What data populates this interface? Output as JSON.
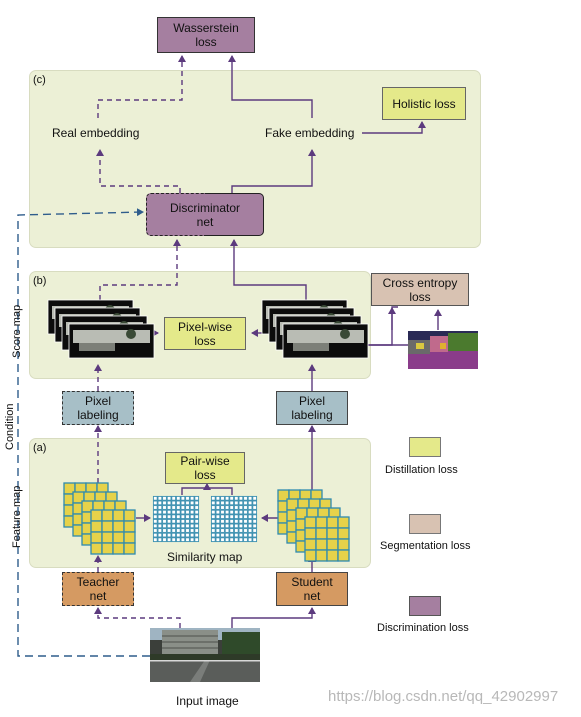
{
  "colors": {
    "panel": "#ecf0d6",
    "distillation": "#e4e98a",
    "segmentation": "#d8c2b2",
    "discrimination": "#a57fa0",
    "pixel_labeling": "#a7bfc7",
    "net": "#d59a62",
    "arrow_purple": "#5c3a7e",
    "arrow_blue": "#2f5d8c",
    "grid_blue": "#3a8fb0"
  },
  "panels": {
    "c": "(c)",
    "b": "(b)",
    "a": "(a)"
  },
  "boxes": {
    "wasserstein": "Wasserstein\nloss",
    "holistic": "Holistic loss",
    "discriminator": "Discriminator\nnet",
    "cross_entropy": "Cross entropy\nloss",
    "pixel_wise": "Pixel-wise\nloss",
    "pixel_labeling_left": "Pixel\nlabeling",
    "pixel_labeling_right": "Pixel\nlabeling",
    "pair_wise": "Pair-wise\nloss",
    "teacher": "Teacher\nnet",
    "student": "Student\nnet"
  },
  "labels": {
    "real_embedding": "Real embedding",
    "fake_embedding": "Fake embedding",
    "score_map": "Score map",
    "feature_map": "Feature map",
    "similarity_map": "Similarity map",
    "condition": "Condition",
    "input_image": "Input image",
    "watermark": "https://blog.csdn.net/qq_42902997"
  },
  "legend": [
    {
      "label": "Distillation loss",
      "color": "#e4e98a"
    },
    {
      "label": "Segmentation loss",
      "color": "#d8c2b2"
    },
    {
      "label": "Discrimination loss",
      "color": "#a57fa0"
    }
  ]
}
